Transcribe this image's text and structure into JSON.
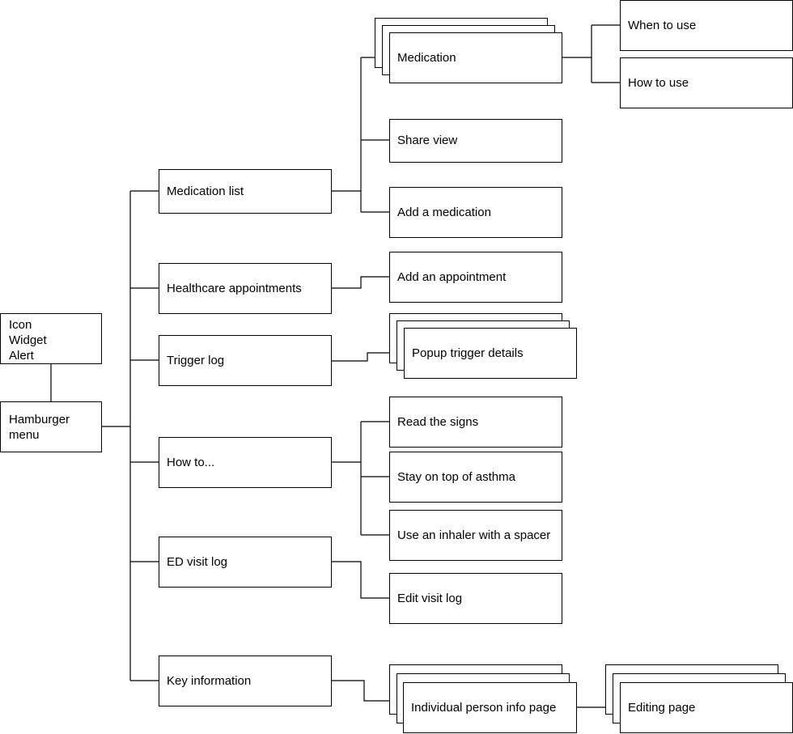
{
  "root": {
    "triggers": [
      "Icon",
      "Widget",
      "Alert"
    ],
    "menu": "Hamburger\nmenu"
  },
  "sections": {
    "medication_list": "Medication list",
    "healthcare_appointments": "Healthcare appointments",
    "trigger_log": "Trigger log",
    "how_to": "How to...",
    "ed_visit_log": "ED visit log",
    "key_information": "Key information"
  },
  "pages": {
    "medication": "Medication",
    "when_to_use": "When to use",
    "how_to_use": "How to use",
    "share_view": "Share view",
    "add_medication": "Add a medication",
    "add_appointment": "Add an appointment",
    "popup_trigger_details": "Popup trigger details",
    "read_signs": "Read the signs",
    "stay_on_top": "Stay on top of asthma",
    "use_inhaler": "Use an inhaler with a spacer",
    "edit_visit_log": "Edit visit log",
    "individual_person_info": "Individual person info page",
    "editing_page": "Editing page"
  }
}
